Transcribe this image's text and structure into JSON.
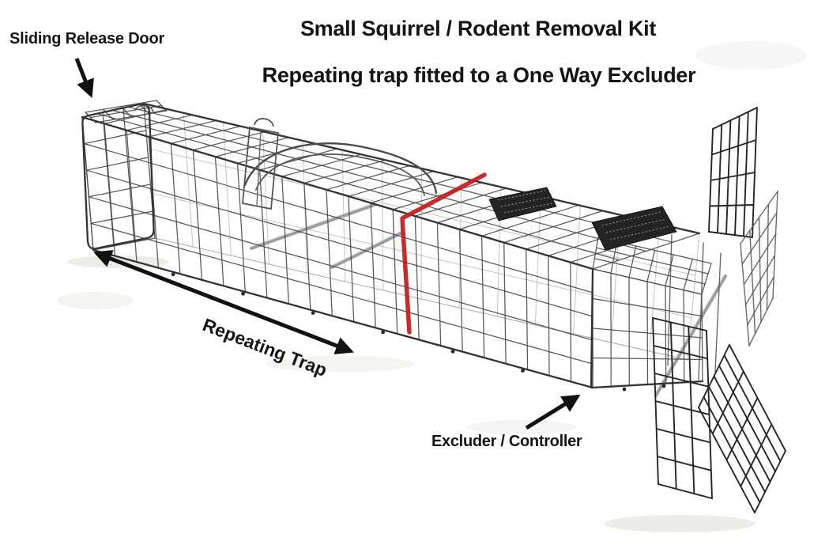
{
  "header": {
    "title": "Small Squirrel / Rodent Removal Kit",
    "subtitle": "Repeating trap fitted to a One Way Excluder"
  },
  "annotations": {
    "sliding_release_door": {
      "label": "Sliding Release Door"
    },
    "repeating_trap": {
      "label": "Repeating Trap"
    },
    "excluder_controller": {
      "label": "Excluder / Controller"
    }
  },
  "colors": {
    "background": "#ffffff",
    "text": "#141414",
    "arrow": "#111111",
    "red_marker": "#c5201e",
    "wire": "#4a4a4a",
    "wire_edge": "#333333",
    "wire_dark": "#262626",
    "wire_far": "#9f9f9f",
    "tag_fill": "#242424",
    "shadow": "#edece7"
  }
}
